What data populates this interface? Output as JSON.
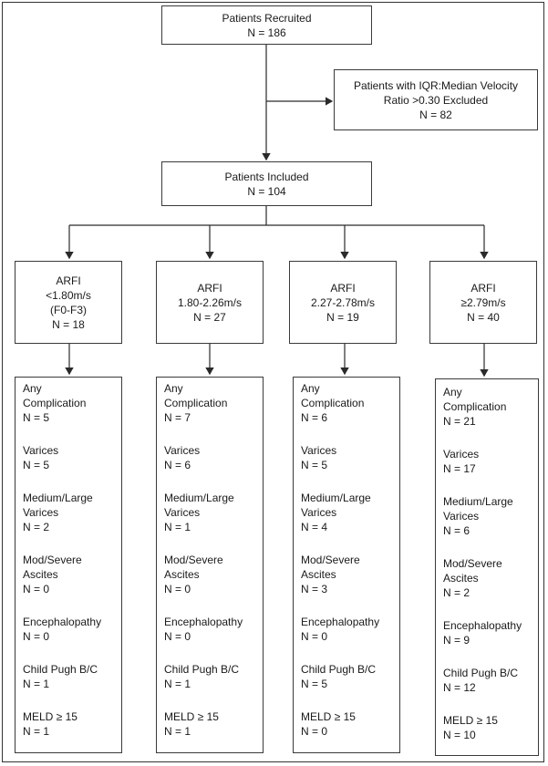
{
  "top": {
    "label": "Patients Recruited",
    "n": "N = 186"
  },
  "excluded": {
    "line1": "Patients with IQR:Median Velocity",
    "line2": "Ratio >0.30 Excluded",
    "n": "N = 82"
  },
  "included": {
    "label": "Patients Included",
    "n": "N = 104"
  },
  "groups": [
    {
      "lines": [
        "ARFI",
        "<1.80m/s",
        "(F0-F3)",
        "N = 18"
      ],
      "outcomes": [
        [
          "Any",
          "Complication",
          "N = 5"
        ],
        [
          "Varices",
          "N = 5"
        ],
        [
          "Medium/Large",
          "Varices",
          "N = 2"
        ],
        [
          "Mod/Severe",
          "Ascites",
          "N = 0"
        ],
        [
          "Encephalopathy",
          "N = 0"
        ],
        [
          "Child Pugh B/C",
          "N = 1"
        ],
        [
          "MELD ≥ 15",
          "N = 1"
        ]
      ]
    },
    {
      "lines": [
        "ARFI",
        "1.80-2.26m/s",
        "N = 27"
      ],
      "outcomes": [
        [
          "Any",
          "Complication",
          "N = 7"
        ],
        [
          "Varices",
          "N = 6"
        ],
        [
          "Medium/Large",
          "Varices",
          "N = 1"
        ],
        [
          "Mod/Severe",
          "Ascites",
          "N = 0"
        ],
        [
          "Encephalopathy",
          "N = 0"
        ],
        [
          "Child Pugh B/C",
          "N = 1"
        ],
        [
          "MELD ≥ 15",
          "N = 1"
        ]
      ]
    },
    {
      "lines": [
        "ARFI",
        "2.27-2.78m/s",
        "N = 19"
      ],
      "outcomes": [
        [
          "Any",
          "Complication",
          "N = 6"
        ],
        [
          "Varices",
          "N = 5"
        ],
        [
          "Medium/Large",
          "Varices",
          "N = 4"
        ],
        [
          "Mod/Severe",
          "Ascites",
          "N = 3"
        ],
        [
          "Encephalopathy",
          "N = 0"
        ],
        [
          "Child Pugh B/C",
          "N = 5"
        ],
        [
          "MELD ≥ 15",
          "N = 0"
        ]
      ]
    },
    {
      "lines": [
        "ARFI",
        "≥2.79m/s",
        "N = 40"
      ],
      "outcomes": [
        [
          "Any",
          "Complication",
          "N = 21"
        ],
        [
          "Varices",
          "N = 17"
        ],
        [
          "Medium/Large",
          "Varices",
          "N = 6"
        ],
        [
          "Mod/Severe",
          "Ascites",
          "N = 2"
        ],
        [
          "Encephalopathy",
          "N = 9"
        ],
        [
          "Child Pugh B/C",
          "N = 12"
        ],
        [
          "MELD ≥ 15",
          "N = 10"
        ]
      ]
    }
  ]
}
